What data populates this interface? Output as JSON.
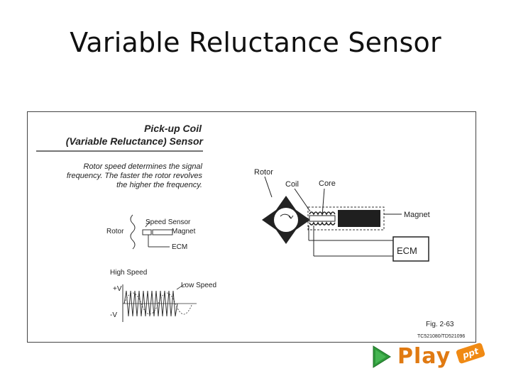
{
  "slide": {
    "title": "Variable Reluctance Sensor"
  },
  "figure": {
    "heading_line1": "Pick-up Coil",
    "heading_line2": "(Variable Reluctance) Sensor",
    "description": [
      "Rotor speed determines the signal",
      "frequency. The faster the rotor revolves",
      "the higher the frequency."
    ],
    "small_diagram": {
      "rotor": "Rotor",
      "speed_sensor": "Speed Sensor",
      "magnet": "Magnet",
      "ecm": "ECM"
    },
    "waveform": {
      "high_speed": "High Speed",
      "low_speed": "Low Speed",
      "plus_v": "+V",
      "minus_v": "-V"
    },
    "main_diagram": {
      "rotor": "Rotor",
      "coil": "Coil",
      "core": "Core",
      "magnet": "Magnet",
      "ecm": "ECM"
    },
    "fig_number": "Fig. 2-63",
    "fig_code": "TC521080/TD521096"
  },
  "play_button": {
    "label": "Play",
    "tag": "ppt",
    "accent": "#e07a12",
    "arrow_color": "#2e9a3a"
  }
}
